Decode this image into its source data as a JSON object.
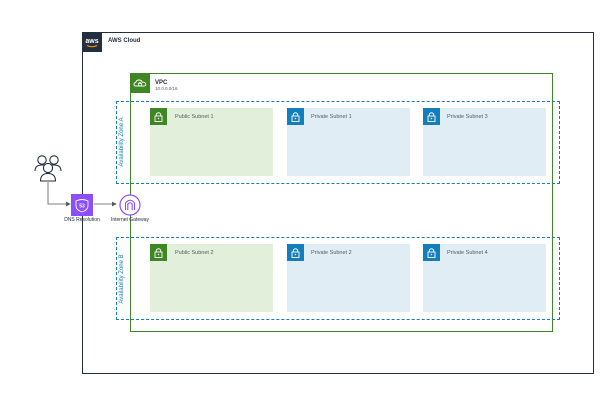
{
  "cloud": {
    "badge": "aws",
    "title": "AWS Cloud"
  },
  "vpc": {
    "title": "VPC",
    "cidr": "10.0.0.0/16"
  },
  "zones": [
    {
      "label": "Availability Zone A"
    },
    {
      "label": "Availability Zone B"
    }
  ],
  "subnets": [
    {
      "label": "Public Subnet 1",
      "kind": "public"
    },
    {
      "label": "Private Subnet 1",
      "kind": "private"
    },
    {
      "label": "Private Subnet 3",
      "kind": "private"
    },
    {
      "label": "Public Subnet 2",
      "kind": "public"
    },
    {
      "label": "Private Subnet 2",
      "kind": "private"
    },
    {
      "label": "Private Subnet 4",
      "kind": "private"
    }
  ],
  "services": {
    "dns": {
      "label": "DNS Resolution",
      "icon": "route53-icon"
    },
    "igw": {
      "label": "Internet Gateway",
      "icon": "internet-gateway-icon"
    },
    "users": {
      "icon": "users-icon"
    }
  },
  "colors": {
    "aws_dark": "#232f3e",
    "vpc_green": "#3f8624",
    "az_blue": "#147eba",
    "public_fill": "#e1efdb",
    "private_fill": "#e0edf5",
    "route53_purple": "#8c4fff"
  }
}
